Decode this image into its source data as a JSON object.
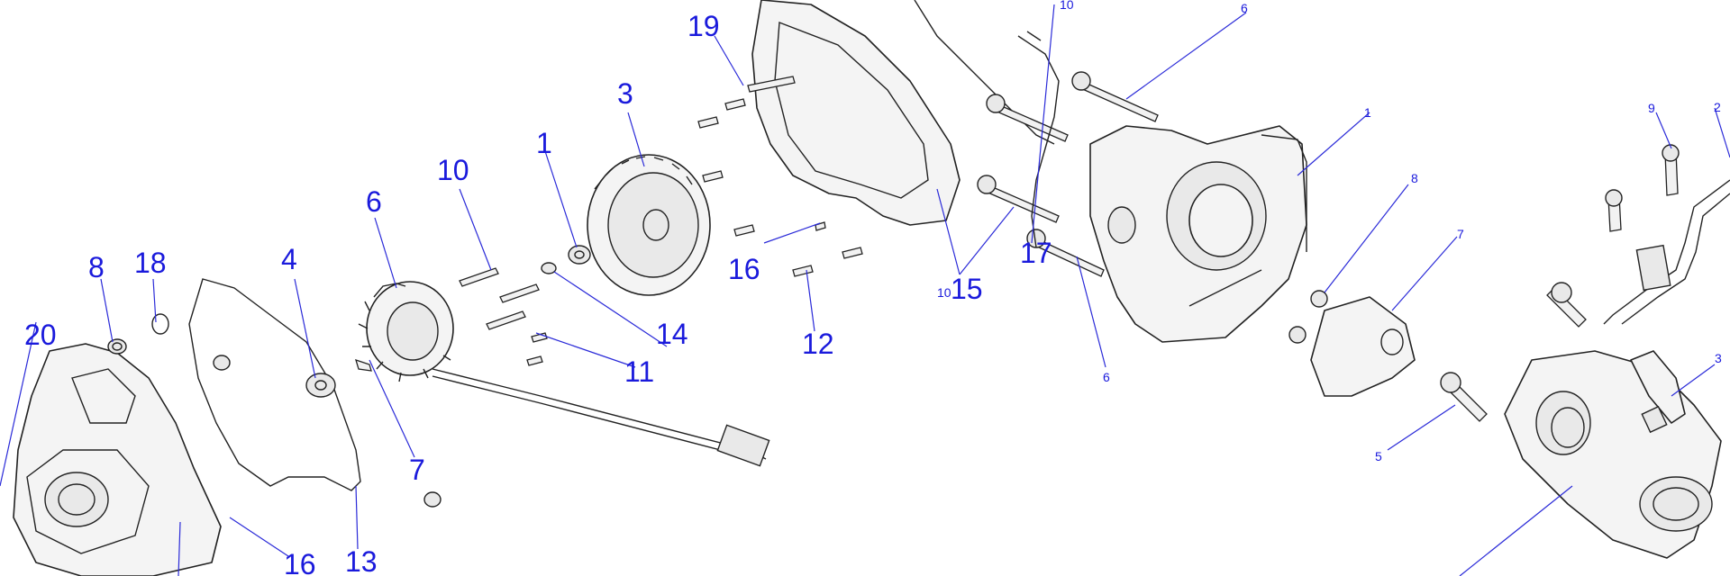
{
  "callouts_left": {
    "c20": "20",
    "c8": "8",
    "c18": "18",
    "c4": "4",
    "c6": "6",
    "c10": "10",
    "c1": "1",
    "c3": "3",
    "c19": "19",
    "c14": "14",
    "c11": "11",
    "c7": "7",
    "c16a": "16",
    "c16b": "16",
    "c13": "13",
    "c12": "12",
    "c15": "15",
    "c17": "17",
    "c10small": "10"
  },
  "callouts_right": {
    "r10": "10",
    "r6a": "6",
    "r1": "1",
    "r8": "8",
    "r7": "7",
    "r6b": "6",
    "r9": "9",
    "r2": "2",
    "r3": "3",
    "r5": "5"
  },
  "colors": {
    "callout": "#1a1adc",
    "line": "#222222",
    "part_fill": "#f4f4f4"
  }
}
